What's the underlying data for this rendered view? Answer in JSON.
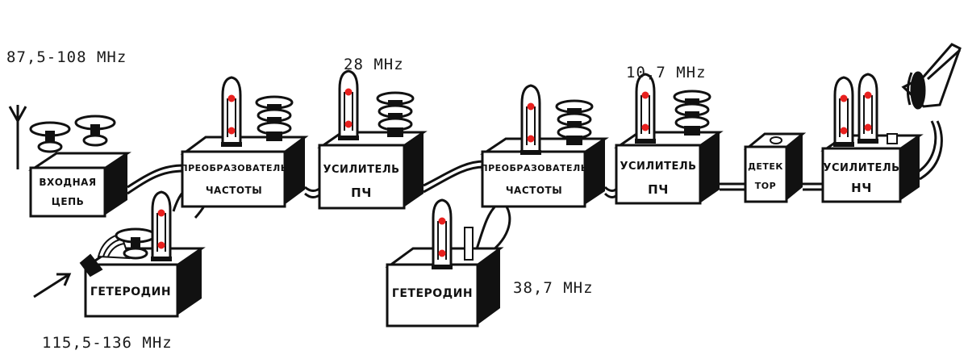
{
  "frequencies": {
    "input": "87,5-108 MHz",
    "if1": "28 MHz",
    "if2": "10,7 MHz",
    "lo1": "115,5-136 MHz",
    "lo2": "38,7 MHz"
  },
  "blocks": {
    "input_circuit": [
      "ВХОДНАЯ",
      "ЦЕПЬ"
    ],
    "mixer1": [
      "ПРЕОБРАЗОВАТЕЛЬ",
      "ЧАСТОТЫ"
    ],
    "if_amp1": [
      "УСИЛИТЕЛЬ",
      "ПЧ"
    ],
    "mixer2": [
      "ПРЕОБРАЗОВАТЕЛЬ",
      "ЧАСТОТЫ"
    ],
    "if_amp2": [
      "УСИЛИТЕЛЬ",
      "ПЧ"
    ],
    "detector": [
      "ДЕТЕК",
      "ТОР"
    ],
    "af_amp": [
      "УСИЛИТЕЛЬ",
      "НЧ"
    ],
    "lo1": [
      "ГЕТЕРОДИН"
    ],
    "lo2": [
      "ГЕТЕРОДИН"
    ]
  },
  "colors": {
    "ink": "#111111",
    "tube_dot": "#e8201e",
    "paper": "#ffffff"
  }
}
